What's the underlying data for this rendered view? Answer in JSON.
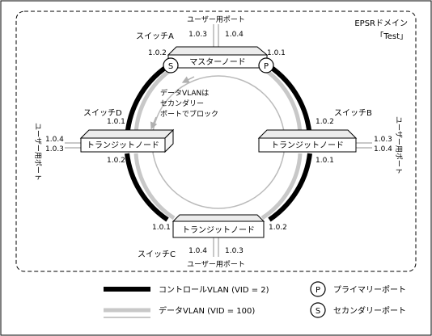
{
  "domain_title_line1": "EPSRドメイン",
  "domain_title_line2": "「Test」",
  "switches": {
    "a": {
      "label": "スイッチA",
      "node": "マスターノード",
      "port_left": "1.0.2",
      "port_right": "1.0.1",
      "user_port_a": "1.0.3",
      "user_port_b": "1.0.4",
      "user_label": "ユーザー用ポート"
    },
    "b": {
      "label": "スイッチB",
      "node": "トランジットノード",
      "port_top": "1.0.2",
      "port_bottom": "1.0.1",
      "user_port_a": "1.0.3",
      "user_port_b": "1.0.4",
      "user_label": "ユーザー用ポート"
    },
    "c": {
      "label": "スイッチC",
      "node": "トランジットノード",
      "port_left": "1.0.1",
      "port_right": "1.0.2",
      "user_port_a": "1.0.4",
      "user_port_b": "1.0.3",
      "user_label": "ユーザー用ポート"
    },
    "d": {
      "label": "スイッチD",
      "node": "トランジットノード",
      "port_top": "1.0.1",
      "port_bottom": "1.0.2",
      "user_port_a": "1.0.4",
      "user_port_b": "1.0.3",
      "user_label": "ユーザー用ポート"
    }
  },
  "port_markers": {
    "secondary": "S",
    "primary": "P"
  },
  "block_note": [
    "データVLANは",
    "セカンダリー",
    "ポートでブロック"
  ],
  "legend": {
    "control_vlan": "コントロールVLAN (VID = 2)",
    "data_vlan": "データVLAN (VID = 100)",
    "primary_symbol": "P",
    "primary_label": "プライマリーポート",
    "secondary_symbol": "S",
    "secondary_label": "セカンダリーポート"
  },
  "colors": {
    "control": "#000000",
    "data": "#c8c8c8",
    "ring_inner": "#bbbbbb"
  }
}
